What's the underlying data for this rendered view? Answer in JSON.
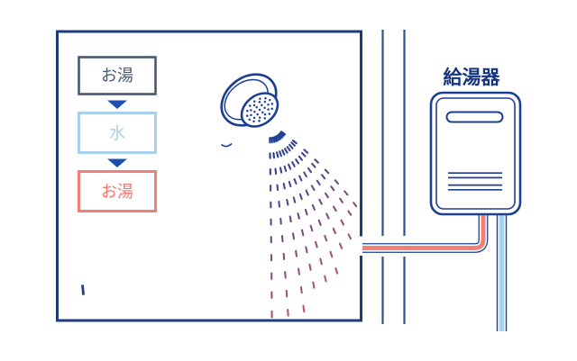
{
  "legend": {
    "step1": "お湯",
    "step2": "水",
    "step3": "お湯"
  },
  "heater": {
    "label": "給湯器"
  },
  "colors": {
    "outline_navy": "#1d3f93",
    "box_border": "#1e3c7c",
    "wall_line": "#2d4f96",
    "slate": "#485771",
    "hose_dark": "#3f4e66",
    "light_blue_border": "#a6d0ee",
    "light_blue_text": "#a9cfec",
    "light_blue_fill": "#a8d3f0",
    "salmon": "#f08078",
    "salmon_text": "#ee766e",
    "arrow_blue": "#1c4fae",
    "heater_text": "#16357d",
    "spray_from": "#1e3e96",
    "spray_to": "#d05c70"
  }
}
